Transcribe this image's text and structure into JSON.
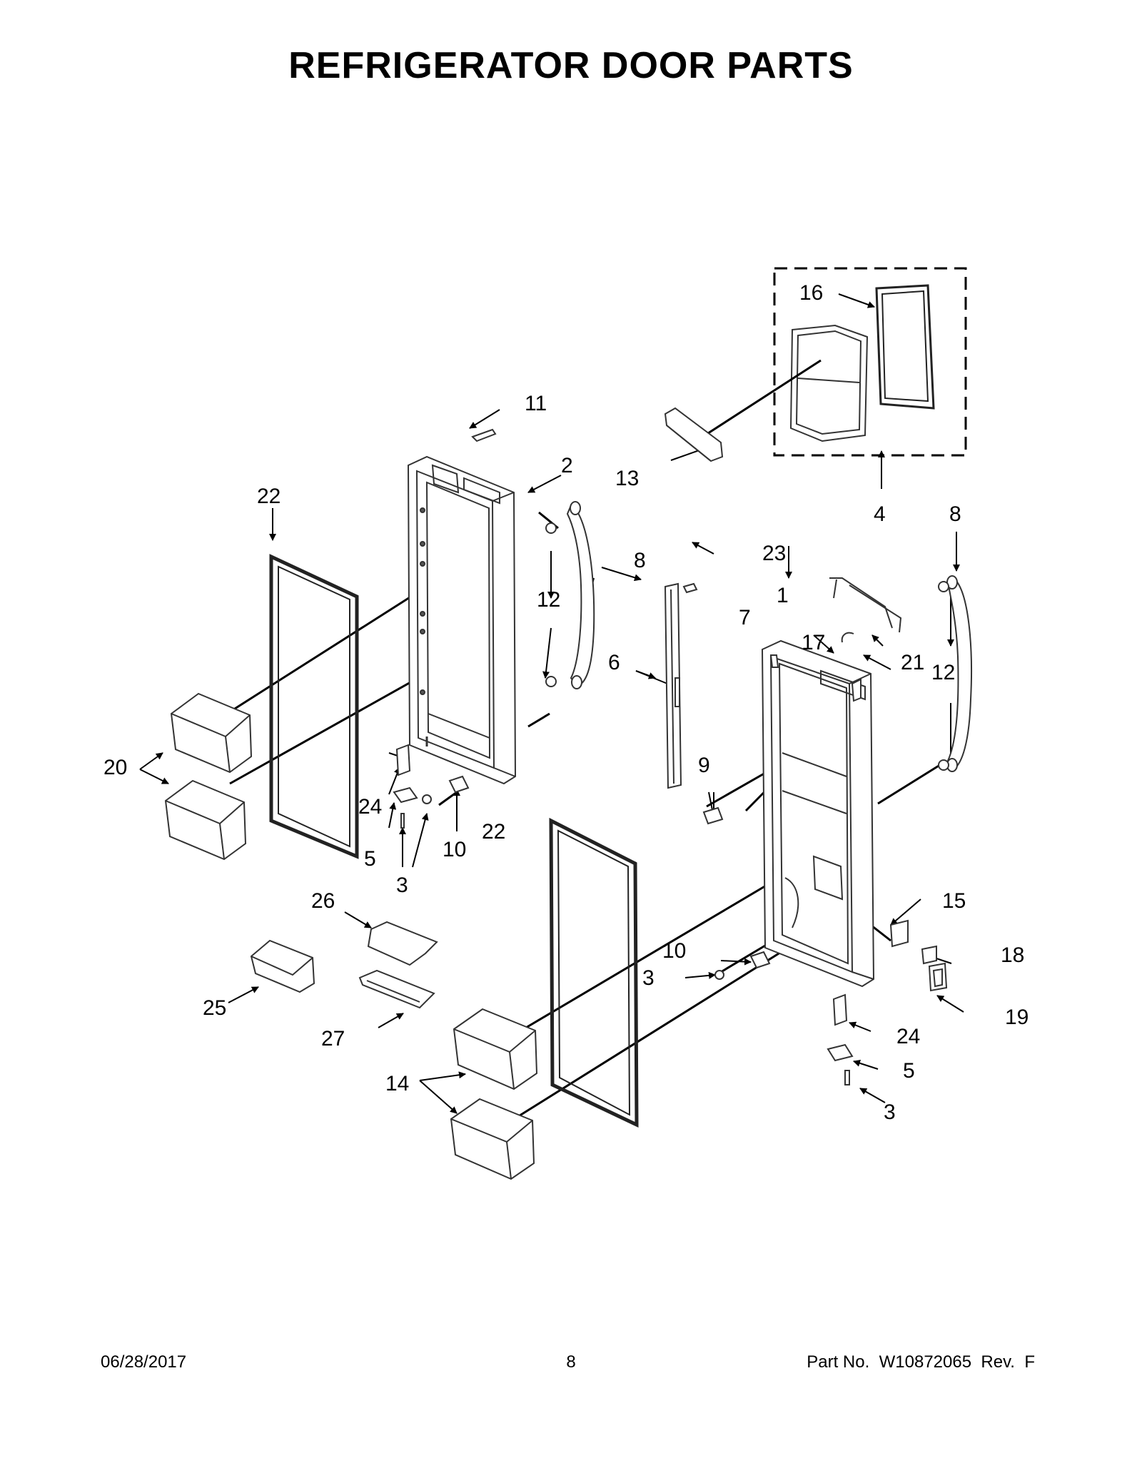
{
  "page": {
    "title": "REFRIGERATOR DOOR PARTS"
  },
  "callouts": {
    "c1": "1",
    "c2": "2",
    "c3a": "3",
    "c3b": "3",
    "c3c": "3",
    "c4": "4",
    "c5a": "5",
    "c5b": "5",
    "c6": "6",
    "c7": "7",
    "c8a": "8",
    "c8b": "8",
    "c9": "9",
    "c10a": "10",
    "c10b": "10",
    "c11": "11",
    "c12a": "12",
    "c12b": "12",
    "c13": "13",
    "c14": "14",
    "c15": "15",
    "c16": "16",
    "c17": "17",
    "c18": "18",
    "c19": "19",
    "c20": "20",
    "c21": "21",
    "c22a": "22",
    "c22b": "22",
    "c23": "23",
    "c24a": "24",
    "c24b": "24",
    "c25": "25",
    "c26": "26",
    "c27": "27"
  },
  "footer": {
    "date": "06/28/2017",
    "page_number": "8",
    "part_label": "Part No.",
    "part_number": "W10872065",
    "rev_label": "Rev.",
    "rev": "F"
  }
}
